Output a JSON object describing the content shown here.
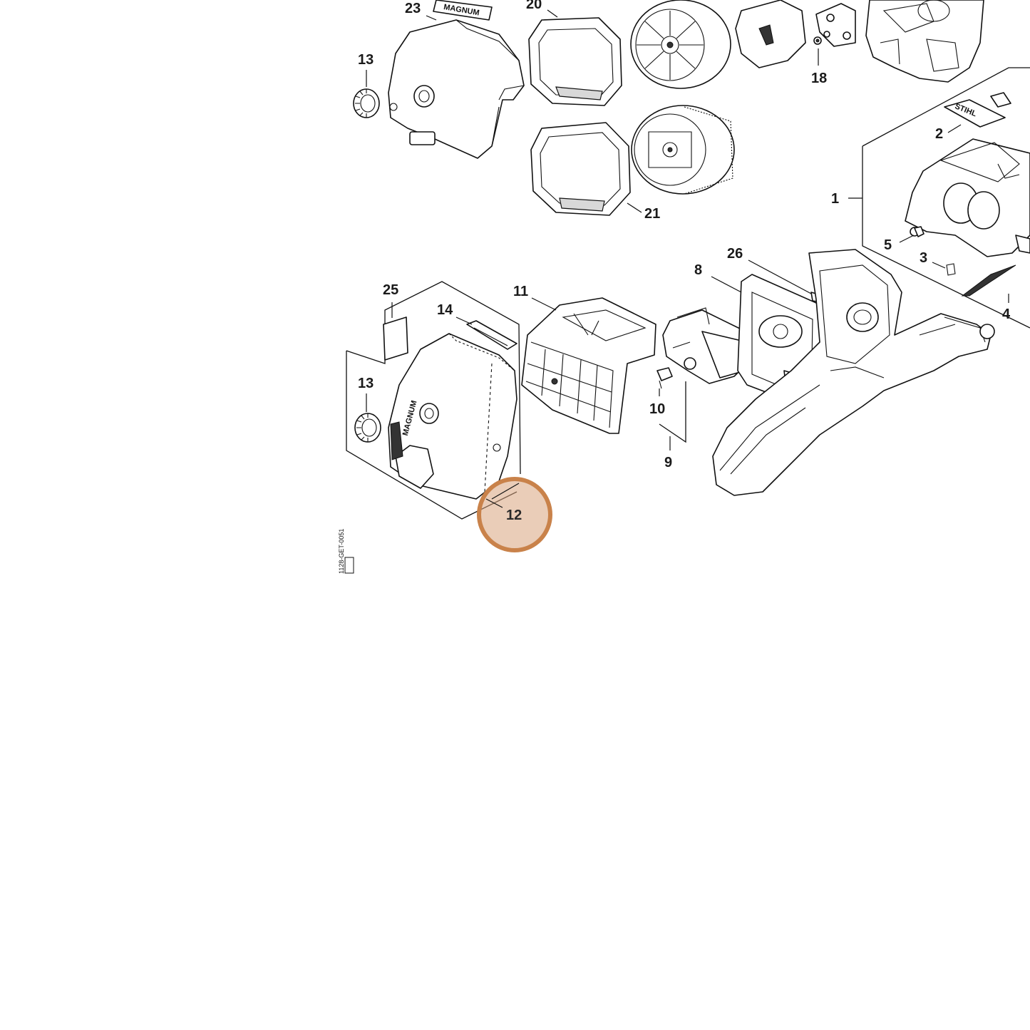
{
  "diagram": {
    "callouts": [
      {
        "id": "c23",
        "label": "23"
      },
      {
        "id": "c20",
        "label": "20"
      },
      {
        "id": "c13a",
        "label": "13"
      },
      {
        "id": "c18",
        "label": "18"
      },
      {
        "id": "c2",
        "label": "2"
      },
      {
        "id": "c1",
        "label": "1"
      },
      {
        "id": "c21",
        "label": "21"
      },
      {
        "id": "c5",
        "label": "5"
      },
      {
        "id": "c3",
        "label": "3"
      },
      {
        "id": "c26",
        "label": "26"
      },
      {
        "id": "c8",
        "label": "8"
      },
      {
        "id": "c4",
        "label": "4"
      },
      {
        "id": "c25",
        "label": "25"
      },
      {
        "id": "c14",
        "label": "14"
      },
      {
        "id": "c11",
        "label": "11"
      },
      {
        "id": "c13b",
        "label": "13"
      },
      {
        "id": "c10",
        "label": "10"
      },
      {
        "id": "c9",
        "label": "9"
      }
    ],
    "highlight": {
      "label": "12",
      "color": "#d9a47e",
      "border_color": "#c9824a"
    },
    "brand_text": [
      "MAGNUM",
      "STIHL",
      "MAGNUM"
    ],
    "drawing_code": "1128-GET-0051"
  }
}
